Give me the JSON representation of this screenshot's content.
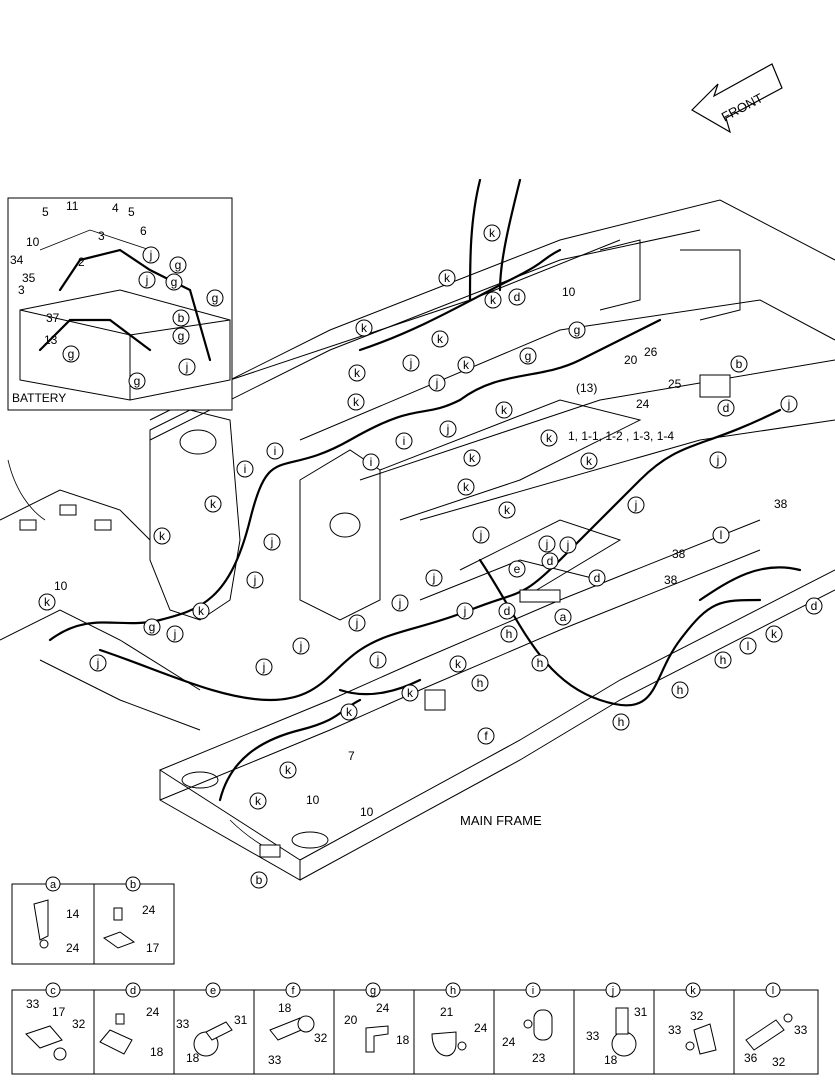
{
  "orientation": "FRONT",
  "inset": {
    "title": "BATTERY"
  },
  "main_frame": "MAIN FRAME",
  "harness_part_ref": "1, 1-1, 1-2 , 1-3, 1-4",
  "callout_13": "(13)",
  "parts": {
    "p2": "2",
    "p3": "3",
    "p4": "4",
    "p5": "5",
    "p6": "6",
    "p7": "7",
    "p10": "10",
    "p11": "11",
    "p13": "13",
    "p17": "17",
    "p18": "18",
    "p20": "20",
    "p21": "21",
    "p23": "23",
    "p24": "24",
    "p25": "25",
    "p26": "26",
    "p31": "31",
    "p32": "32",
    "p33": "33",
    "p34": "34",
    "p35": "35",
    "p36": "36",
    "p37": "37",
    "p38": "38"
  },
  "letters": {
    "a": "a",
    "b": "b",
    "c": "c",
    "d": "d",
    "e": "e",
    "f": "f",
    "g": "g",
    "h": "h",
    "i": "i",
    "j": "j",
    "k": "k",
    "l": "l"
  },
  "detail_a": {
    "header": "a",
    "parts": [
      "14",
      "24"
    ]
  },
  "detail_b": {
    "header": "b",
    "parts": [
      "24",
      "17"
    ]
  },
  "details_row": [
    {
      "header": "c",
      "parts": [
        "33",
        "17",
        "32"
      ]
    },
    {
      "header": "d",
      "parts": [
        "24",
        "18"
      ]
    },
    {
      "header": "e",
      "parts": [
        "33",
        "31",
        "18"
      ]
    },
    {
      "header": "f",
      "parts": [
        "18",
        "33",
        "32"
      ]
    },
    {
      "header": "g",
      "parts": [
        "24",
        "20",
        "18"
      ]
    },
    {
      "header": "h",
      "parts": [
        "21",
        "24"
      ]
    },
    {
      "header": "i",
      "parts": [
        "24",
        "23"
      ]
    },
    {
      "header": "j",
      "parts": [
        "31",
        "33",
        "18"
      ]
    },
    {
      "header": "k",
      "parts": [
        "32",
        "33"
      ]
    },
    {
      "header": "l",
      "parts": [
        "33",
        "36",
        "32"
      ]
    }
  ]
}
